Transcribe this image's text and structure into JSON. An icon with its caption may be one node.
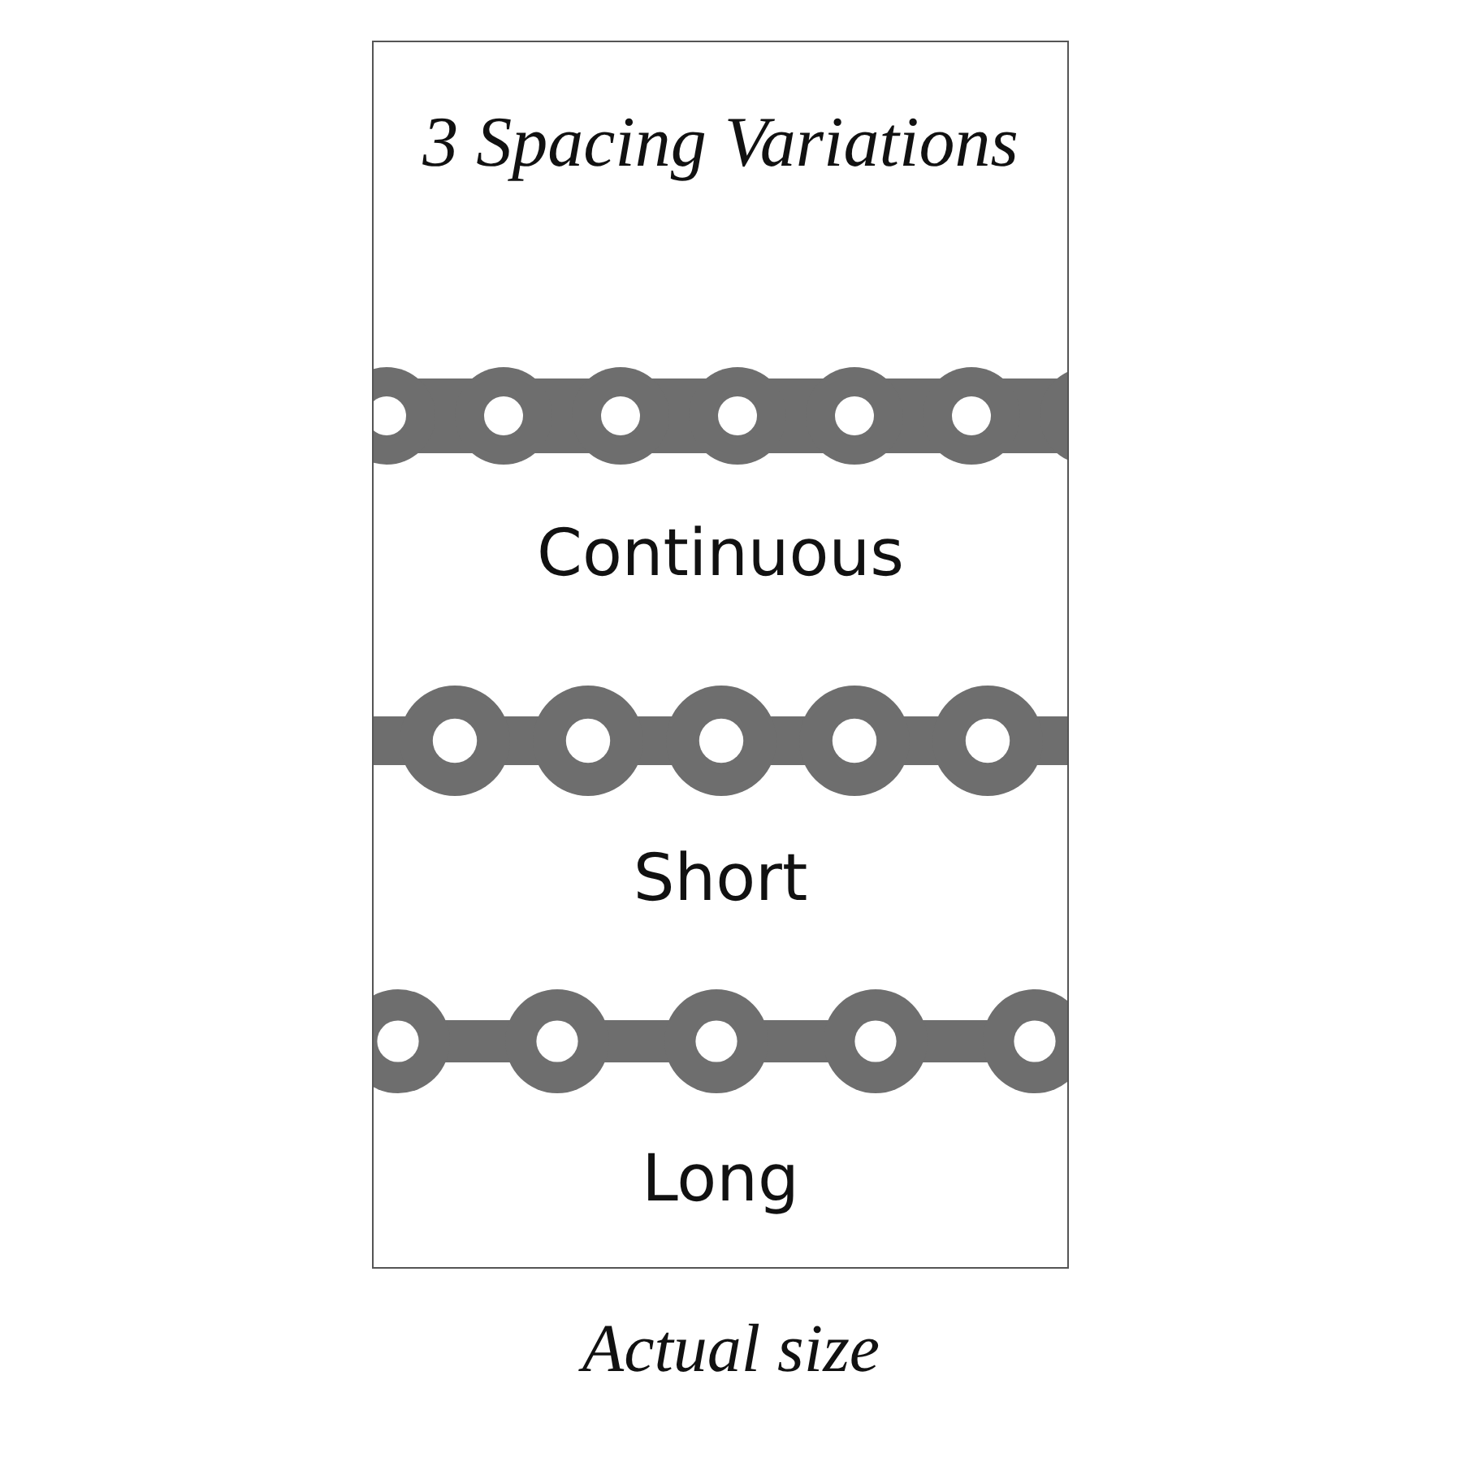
{
  "diagram": {
    "title": "3 Spacing Variations",
    "caption": "Actual size",
    "labels": [
      "Continuous",
      "Short",
      "Long"
    ]
  }
}
